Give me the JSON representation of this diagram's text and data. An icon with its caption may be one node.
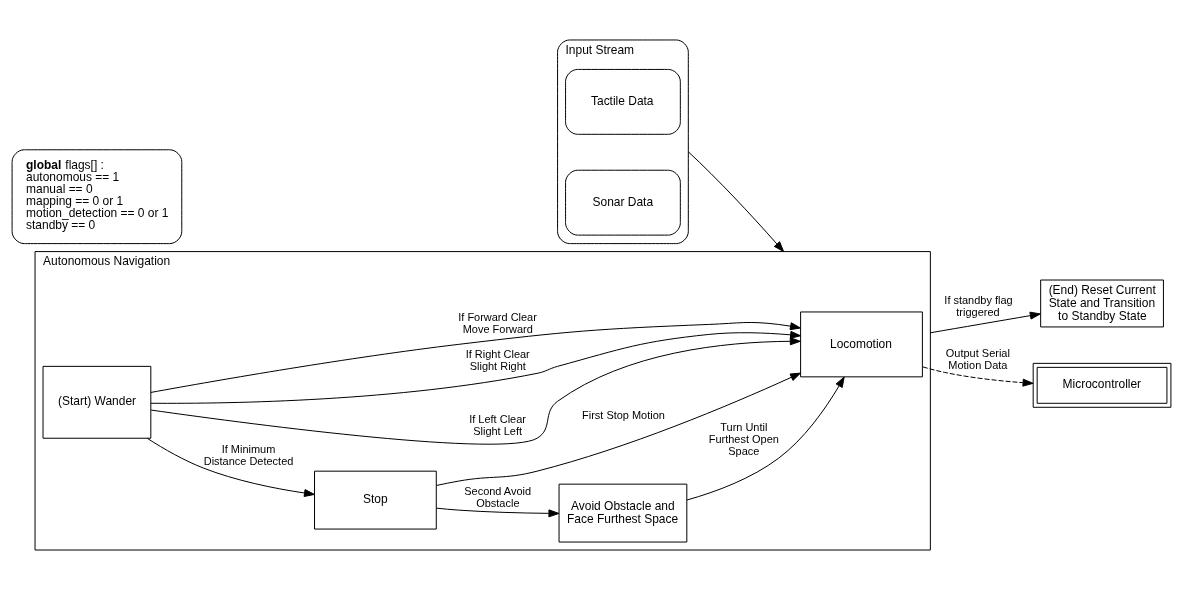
{
  "diagram": {
    "nodes": [
      {
        "text": [
          "Input Stream"
        ]
      },
      {
        "text": [
          "Tactile Data"
        ],
        "in": 0
      },
      {
        "text": [
          "Sonar Data"
        ],
        "in": 0
      },
      {
        "text": [
          "Autonomous Navigation"
        ]
      },
      {
        "text": [
          "Stop"
        ],
        "in": 3
      },
      {
        "text": [
          "(Start) Wander"
        ],
        "in": 3
      },
      {
        "text": [
          "Avoid Obstacle and Face Furthest Space"
        ],
        "in": 3
      },
      {
        "text": [
          "Locomotion"
        ],
        "in": 3
      },
      {
        "text": [
          "**global** flags[] :",
          "autonomous == 1",
          "manual == 0",
          "mapping == 0 or 1",
          "motion_detection == 0 or 1",
          "standby == 0"
        ]
      },
      {
        "text": [
          "(End) Reset Current State and Transition to Standby State"
        ]
      },
      {
        "text": [
          "Microcontroller"
        ]
      }
    ],
    "edges": [
      {
        "from": 0,
        "to": 3,
        "arrow": "to"
      },
      {
        "from": 5,
        "to": 4,
        "arrow": "to",
        "label": "If Minimum Distance Detected"
      },
      {
        "from": 4,
        "to": 6,
        "arrow": "to",
        "label": "Second Avoid Obstacle"
      },
      {
        "from": 6,
        "to": 7,
        "arrow": "to",
        "label": "Turn Until Furthest Open Space"
      },
      {
        "from": 4,
        "to": 7,
        "arrow": "to",
        "label": "First Stop Motion"
      },
      {
        "from": 5,
        "to": 7,
        "arrow": "to",
        "label": "If Left Clear Slight Left"
      },
      {
        "from": 5,
        "to": 7,
        "arrow": "to",
        "label": "If Right Clear Slight Right"
      },
      {
        "from": 5,
        "to": 7,
        "arrow": "to",
        "label": "If Forward Clear Move Forward"
      },
      {
        "from": 7,
        "to": 10,
        "arrow": "to",
        "label": "Output Serial Motion Data",
        "style": "dashed"
      },
      {
        "from": 3,
        "to": 9,
        "arrow": "to",
        "label": "If standby flag triggered"
      }
    ]
  }
}
